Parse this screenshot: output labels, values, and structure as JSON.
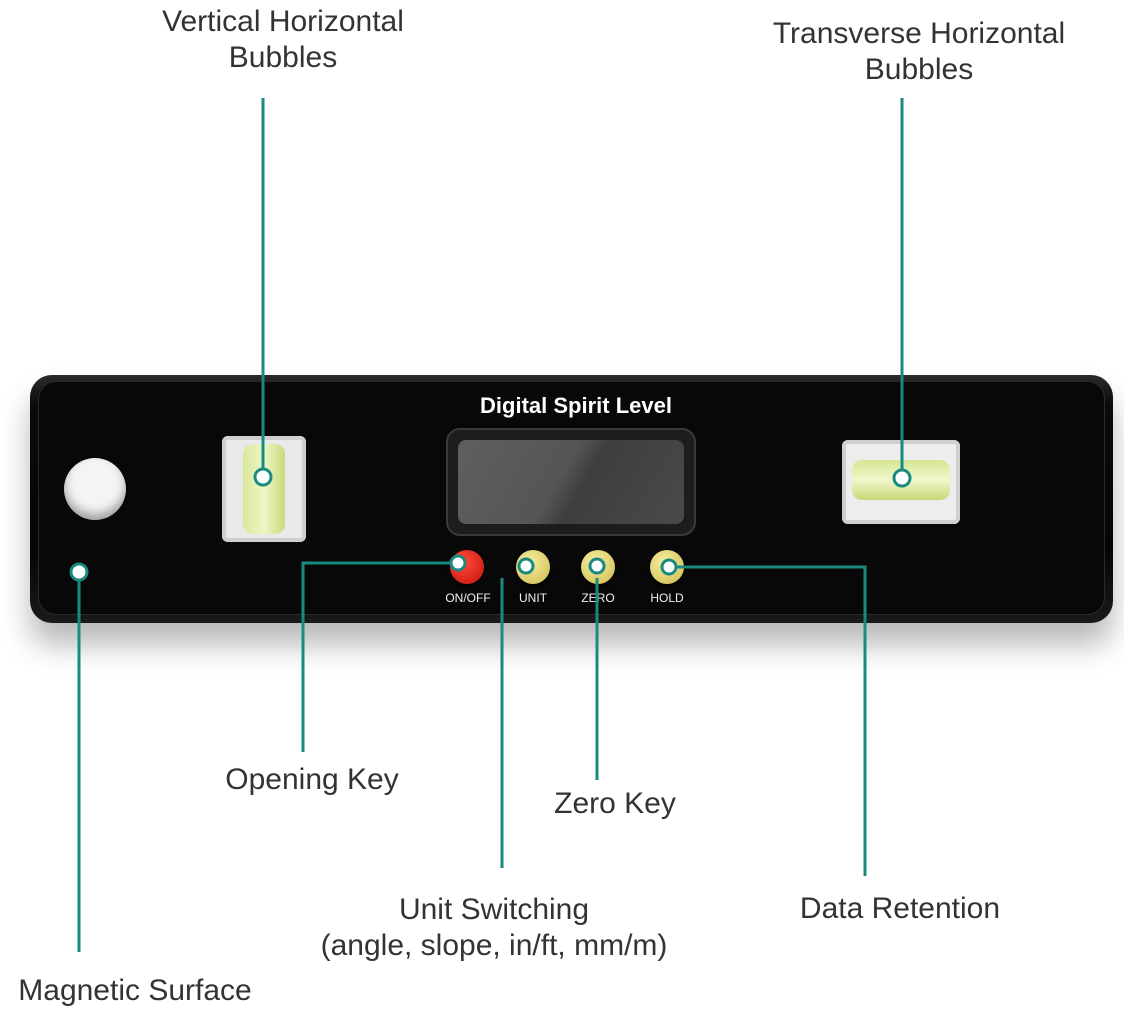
{
  "colors": {
    "leader": "#1a8a80",
    "device": "#0a0a0a",
    "label_text": "#333333"
  },
  "device": {
    "title": "Digital Spirit Level",
    "buttons": [
      {
        "label": "ON/OFF",
        "color": "red"
      },
      {
        "label": "UNIT",
        "color": "yellow"
      },
      {
        "label": "ZERO",
        "color": "yellow"
      },
      {
        "label": "HOLD",
        "color": "yellow"
      }
    ]
  },
  "callouts": {
    "vertical_bubbles": {
      "line1": "Vertical Horizontal",
      "line2": "Bubbles"
    },
    "transverse_bubbles": {
      "line1": "Transverse Horizontal",
      "line2": "Bubbles"
    },
    "opening_key": "Opening Key",
    "zero_key": "Zero Key",
    "unit_switching": {
      "line1": "Unit Switching",
      "line2": "(angle, slope, in/ft, mm/m)"
    },
    "data_retention": "Data Retention",
    "magnetic_surface": "Magnetic Surface"
  }
}
